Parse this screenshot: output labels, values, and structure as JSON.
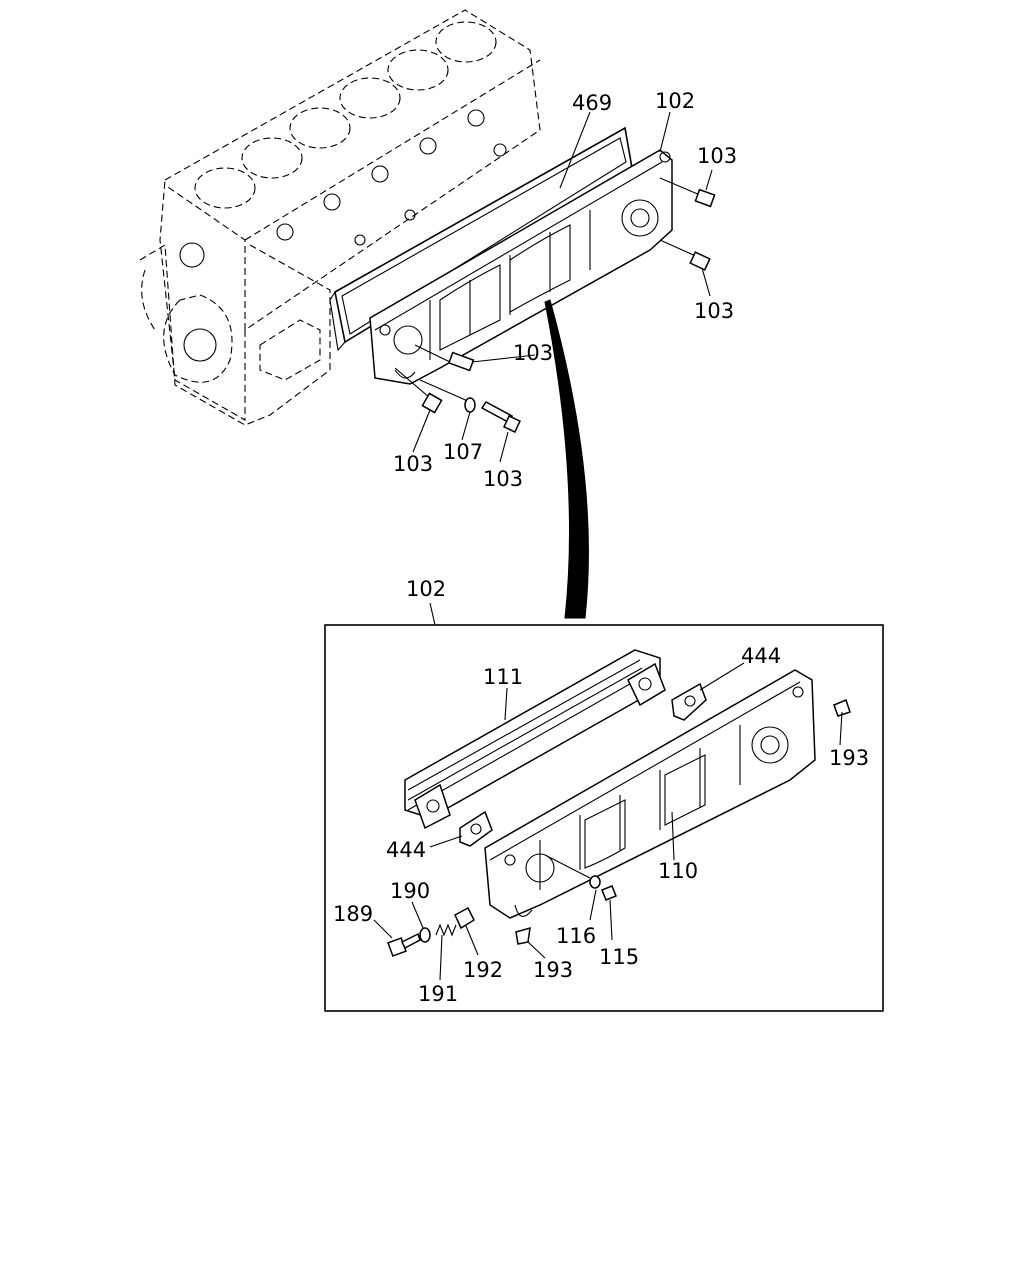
{
  "callouts": {
    "c469": "469",
    "c102_top": "102",
    "c103_a": "103",
    "c103_b": "103",
    "c103_c": "103",
    "c103_d": "103",
    "c107": "107",
    "c103_e": "103",
    "c102_detail": "102",
    "c111": "111",
    "c444_top": "444",
    "c193_right": "193",
    "c444_left": "444",
    "c110": "110",
    "c190": "190",
    "c189": "189",
    "c116": "116",
    "c115": "115",
    "c192": "192",
    "c193_bottom": "193",
    "c191": "191"
  }
}
